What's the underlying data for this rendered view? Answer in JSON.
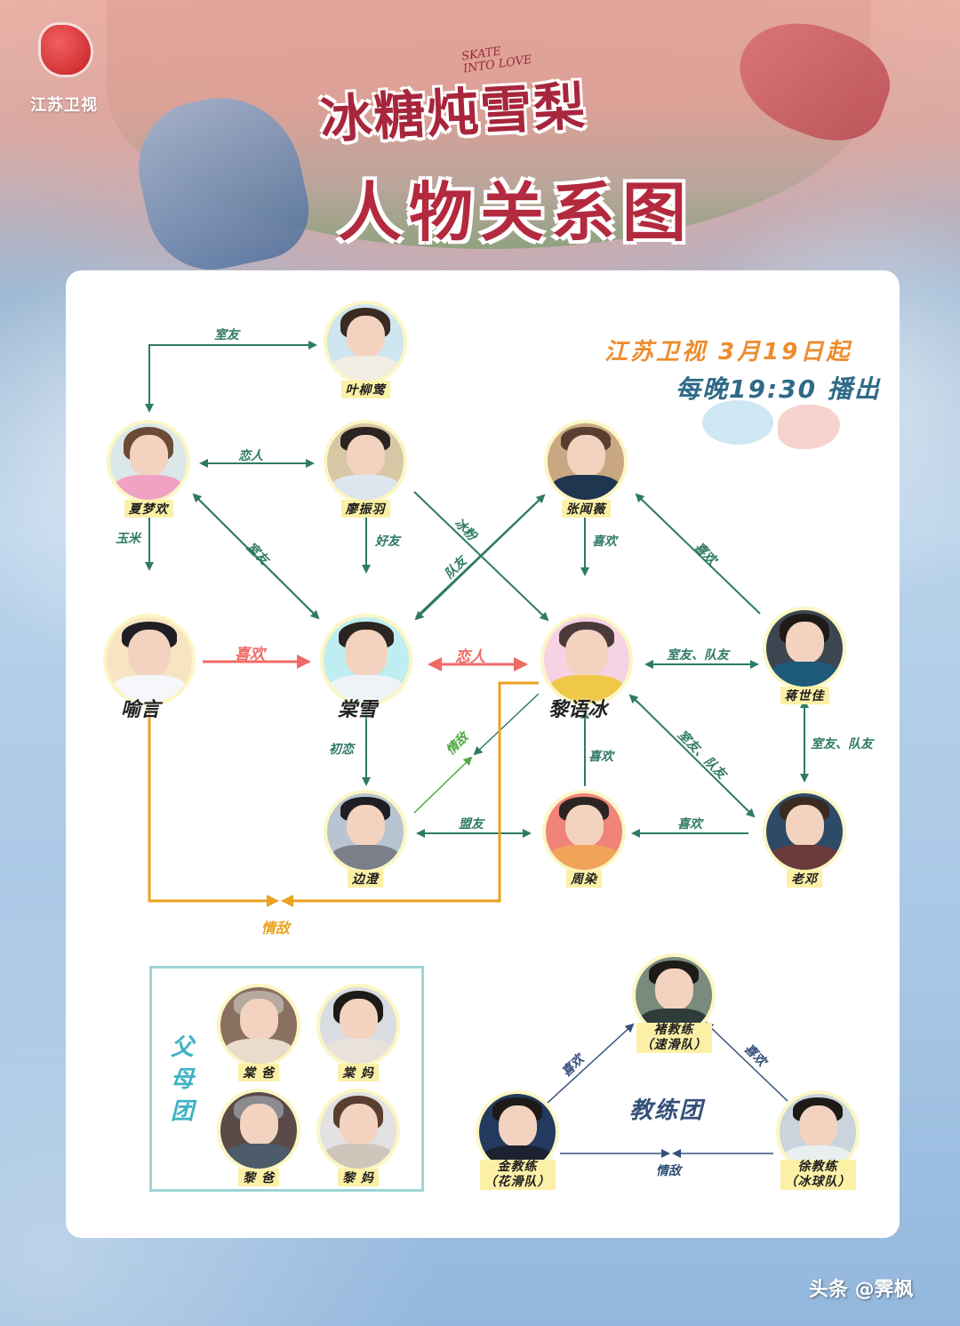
{
  "header": {
    "channel_logo_text": "江苏卫视",
    "title_en": "SKATE INTO LOVE",
    "title_main": "冰糖炖雪梨",
    "title_sub": "人物关系图"
  },
  "airtime": {
    "line1": "江苏卫视 3月19日起",
    "line2": "每晚19:30 播出"
  },
  "colors": {
    "link_green": "#2f7a66",
    "link_red": "#ef6a65",
    "link_orange": "#eba21f",
    "link_lime": "#52a845",
    "link_navy": "#34507a",
    "name_badge": "#fbf0a6",
    "parents_border": "#9ed5d6",
    "parents_title": "#3fb2c4"
  },
  "characters": {
    "ye": {
      "name": "叶柳莺"
    },
    "xia": {
      "name": "夏梦欢"
    },
    "liao": {
      "name": "廖振羽"
    },
    "zhang": {
      "name": "张闻薇"
    },
    "yu": {
      "name": "喻言"
    },
    "tang": {
      "name": "棠雪"
    },
    "li": {
      "name": "黎语冰"
    },
    "jiang": {
      "name": "蒋世佳"
    },
    "bian": {
      "name": "边澄"
    },
    "zhou": {
      "name": "周染"
    },
    "deng": {
      "name": "老邓"
    }
  },
  "relations": [
    {
      "from": "夏梦欢",
      "to": "叶柳莺",
      "label": "室友",
      "type": "bidirectional"
    },
    {
      "from": "夏梦欢",
      "to": "廖振羽",
      "label": "恋人",
      "type": "bidirectional"
    },
    {
      "from": "夏梦欢",
      "to": "喻言",
      "label": "玉米",
      "type": "directed"
    },
    {
      "from": "夏梦欢",
      "to": "棠雪",
      "label": "室友",
      "type": "bidirectional"
    },
    {
      "from": "廖振羽",
      "to": "棠雪",
      "label": "好友",
      "type": "directed"
    },
    {
      "from": "廖振羽",
      "to": "黎语冰",
      "label": "冰粉",
      "type": "directed"
    },
    {
      "from": "张闻薇",
      "to": "棠雪",
      "label": "队友",
      "type": "bidirectional"
    },
    {
      "from": "张闻薇",
      "to": "黎语冰",
      "label": "喜欢",
      "type": "directed"
    },
    {
      "from": "蒋世佳",
      "to": "张闻薇",
      "label": "喜欢",
      "type": "directed"
    },
    {
      "from": "喻言",
      "to": "棠雪",
      "label": "喜欢",
      "type": "directed"
    },
    {
      "from": "棠雪",
      "to": "黎语冰",
      "label": "恋人",
      "type": "bidirectional"
    },
    {
      "from": "黎语冰",
      "to": "蒋世佳",
      "label": "室友、队友",
      "type": "bidirectional"
    },
    {
      "from": "棠雪",
      "to": "边澄",
      "label": "初恋",
      "type": "directed"
    },
    {
      "from": "边澄",
      "to": "黎语冰",
      "label": "情敌",
      "type": "bidirectional"
    },
    {
      "from": "边澄",
      "to": "周染",
      "label": "盟友",
      "type": "bidirectional"
    },
    {
      "from": "周染",
      "to": "黎语冰",
      "label": "喜欢",
      "type": "directed"
    },
    {
      "from": "黎语冰",
      "to": "老邓",
      "label": "室友、队友",
      "type": "bidirectional"
    },
    {
      "from": "蒋世佳",
      "to": "老邓",
      "label": "室友、队友",
      "type": "bidirectional"
    },
    {
      "from": "老邓",
      "to": "周染",
      "label": "喜欢",
      "type": "directed"
    },
    {
      "from": "喻言",
      "to": "黎语冰",
      "label": "情敌",
      "type": "converging"
    }
  ],
  "edge_labels": {
    "ye_xia": "室友",
    "xia_liao": "恋人",
    "xia_yu": "玉米",
    "xia_tang": "室友",
    "liao_tang": "好友",
    "liao_li": "冰粉",
    "zhang_tang": "队友",
    "zhang_li": "喜欢",
    "jiang_zhang": "喜欢",
    "yu_tang": "喜欢",
    "tang_li": "恋人",
    "li_jiang": "室友、队友",
    "tang_bian": "初恋",
    "bian_li": "情敌",
    "bian_zhou": "盟友",
    "zhou_li": "喜欢",
    "li_deng": "室友、队友",
    "jiang_deng": "室友、队友",
    "deng_zhou": "喜欢",
    "yu_li_rival": "情敌"
  },
  "parents_group": {
    "title": "父母团",
    "members": [
      {
        "name": "棠 爸"
      },
      {
        "name": "棠 妈"
      },
      {
        "name": "黎 爸"
      },
      {
        "name": "黎 妈"
      }
    ]
  },
  "coach_group": {
    "title": "教练团",
    "members": [
      {
        "name": "褚教练",
        "team": "（速滑队）"
      },
      {
        "name": "金教练",
        "team": "（花滑队）"
      },
      {
        "name": "徐教练",
        "team": "（冰球队）"
      }
    ],
    "relations": {
      "jin_chu": "喜欢",
      "xu_chu": "喜欢",
      "jin_xu": "情敌"
    }
  },
  "watermark": "头条 @霁枫"
}
